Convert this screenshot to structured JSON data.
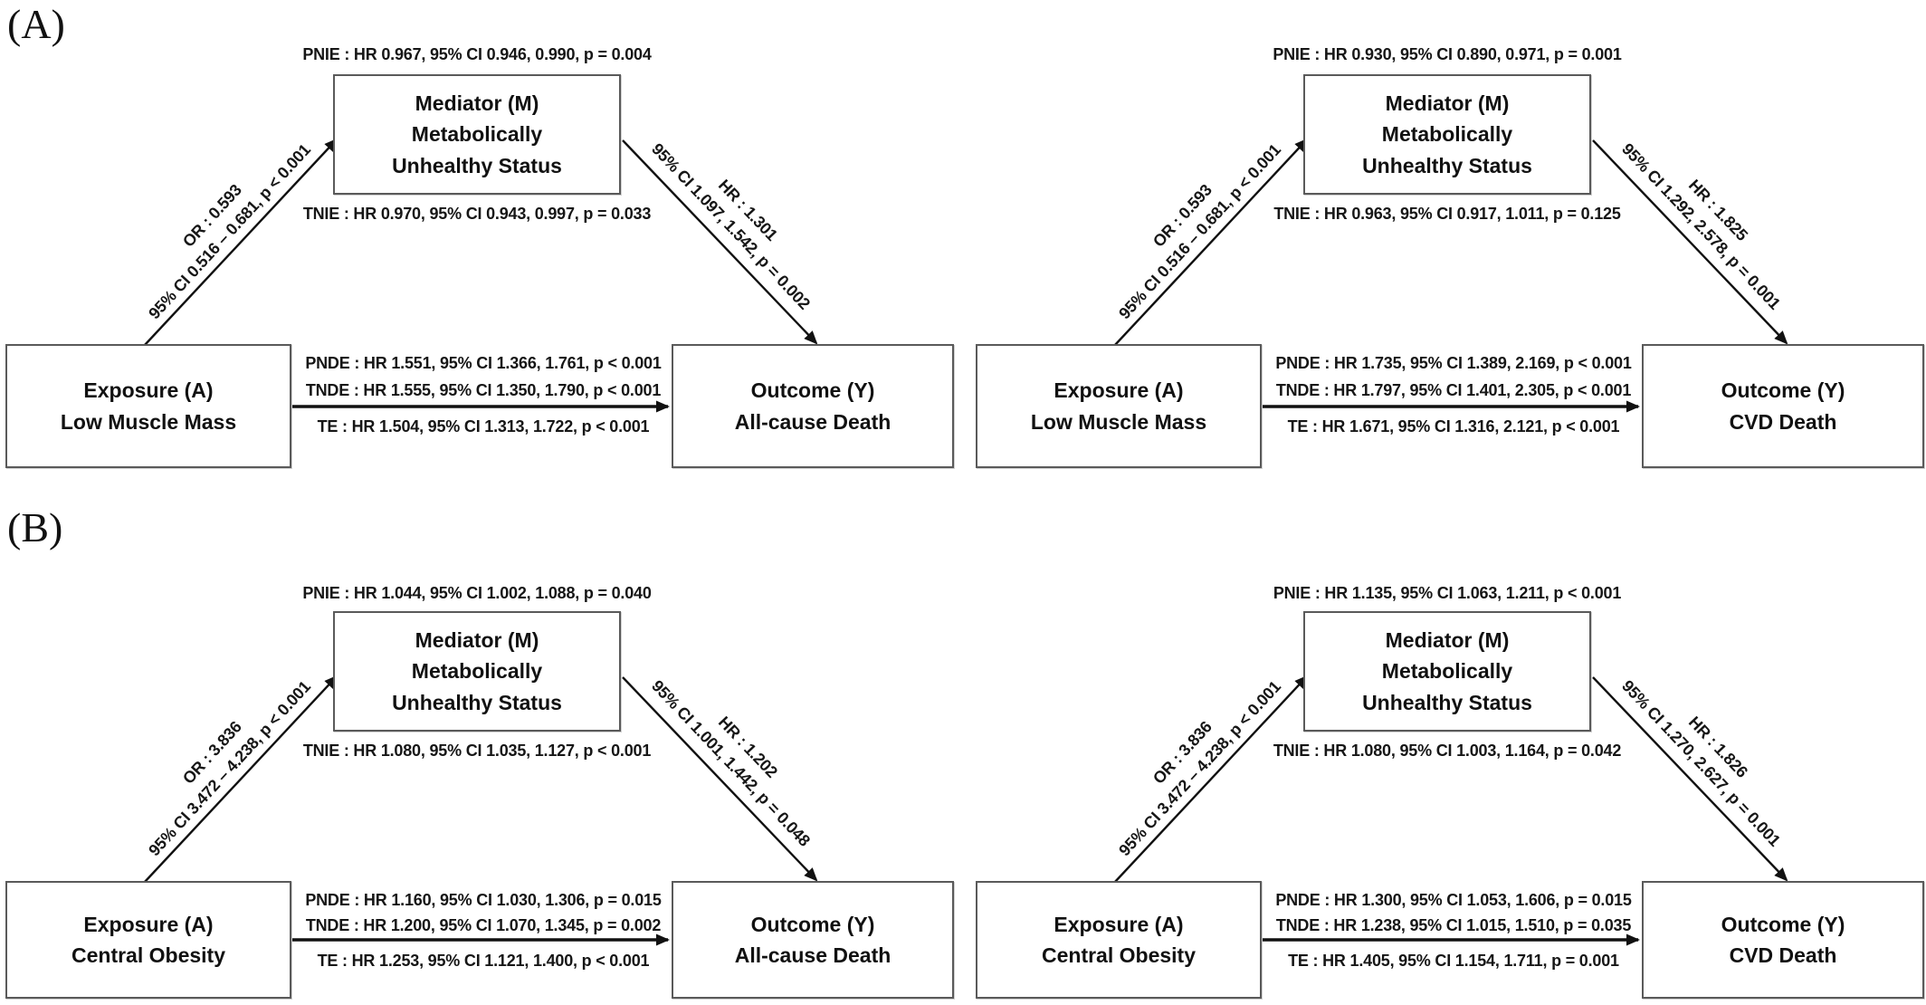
{
  "figure": {
    "section_a_label": "(A)",
    "section_b_label": "(B)",
    "colors": {
      "background": "#ffffff",
      "text": "#161616",
      "box_border": "#5a5a5a",
      "arrow": "#111111"
    }
  },
  "panels": [
    {
      "pnie": "PNIE : HR 0.967, 95% CI 0.946, 0.990, p = 0.004",
      "tnie": "TNIE : HR 0.970, 95% CI 0.943, 0.997, p = 0.033",
      "mediator_lines": [
        "Mediator (M)",
        "Metabolically",
        "Unhealthy Status"
      ],
      "exposure_lines": [
        "Exposure (A)",
        "Low Muscle Mass"
      ],
      "outcome_lines": [
        "Outcome (Y)",
        "All-cause Death"
      ],
      "exposure_to_mediator": {
        "line1": "OR : 0.593",
        "line2": "95% CI 0.516 – 0.681, p < 0.001"
      },
      "mediator_to_outcome": {
        "line1": "HR : 1.301",
        "line2": "95% CI 1.097, 1.542, p = 0.002"
      },
      "pnde": "PNDE : HR 1.551, 95% CI 1.366, 1.761, p < 0.001",
      "tnde": "TNDE : HR 1.555, 95% CI 1.350, 1.790, p < 0.001",
      "te": "TE : HR 1.504, 95% CI 1.313, 1.722, p < 0.001"
    },
    {
      "pnie": "PNIE : HR 0.930, 95% CI 0.890, 0.971, p = 0.001",
      "tnie": "TNIE : HR 0.963, 95% CI 0.917, 1.011, p = 0.125",
      "mediator_lines": [
        "Mediator (M)",
        "Metabolically",
        "Unhealthy Status"
      ],
      "exposure_lines": [
        "Exposure (A)",
        "Low Muscle Mass"
      ],
      "outcome_lines": [
        "Outcome (Y)",
        "CVD Death"
      ],
      "exposure_to_mediator": {
        "line1": "OR : 0.593",
        "line2": "95% CI 0.516 – 0.681, p < 0.001"
      },
      "mediator_to_outcome": {
        "line1": "HR : 1.825",
        "line2": "95% CI 1.292, 2.578, p = 0.001"
      },
      "pnde": "PNDE : HR 1.735, 95% CI 1.389, 2.169, p < 0.001",
      "tnde": "TNDE : HR 1.797, 95% CI 1.401, 2.305, p < 0.001",
      "te": "TE : HR 1.671, 95% CI 1.316, 2.121, p < 0.001"
    },
    {
      "pnie": "PNIE : HR 1.044, 95% CI 1.002, 1.088, p = 0.040",
      "tnie": "TNIE : HR 1.080, 95% CI 1.035, 1.127, p < 0.001",
      "mediator_lines": [
        "Mediator (M)",
        "Metabolically",
        "Unhealthy Status"
      ],
      "exposure_lines": [
        "Exposure (A)",
        "Central Obesity"
      ],
      "outcome_lines": [
        "Outcome (Y)",
        "All-cause Death"
      ],
      "exposure_to_mediator": {
        "line1": "OR : 3.836",
        "line2": "95% CI 3.472 – 4.238, p < 0.001"
      },
      "mediator_to_outcome": {
        "line1": "HR : 1.202",
        "line2": "95% CI 1.001, 1.442, p = 0.048"
      },
      "pnde": "PNDE : HR 1.160, 95% CI 1.030, 1.306, p = 0.015",
      "tnde": "TNDE : HR 1.200, 95% CI 1.070, 1.345, p = 0.002",
      "te": "TE : HR 1.253, 95% CI 1.121, 1.400, p < 0.001"
    },
    {
      "pnie": "PNIE : HR 1.135, 95% CI 1.063, 1.211, p < 0.001",
      "tnie": "TNIE : HR 1.080, 95% CI 1.003, 1.164, p = 0.042",
      "mediator_lines": [
        "Mediator (M)",
        "Metabolically",
        "Unhealthy Status"
      ],
      "exposure_lines": [
        "Exposure (A)",
        "Central Obesity"
      ],
      "outcome_lines": [
        "Outcome (Y)",
        "CVD Death"
      ],
      "exposure_to_mediator": {
        "line1": "OR : 3.836",
        "line2": "95% CI 3.472 – 4.238, p < 0.001"
      },
      "mediator_to_outcome": {
        "line1": "HR : 1.826",
        "line2": "95% CI 1.270, 2.627, p = 0.001"
      },
      "pnde": "PNDE : HR 1.300, 95% CI 1.053, 1.606, p = 0.015",
      "tnde": "TNDE : HR 1.238, 95% CI 1.015, 1.510, p = 0.035",
      "te": "TE : HR 1.405, 95% CI 1.154, 1.711, p = 0.001"
    }
  ]
}
